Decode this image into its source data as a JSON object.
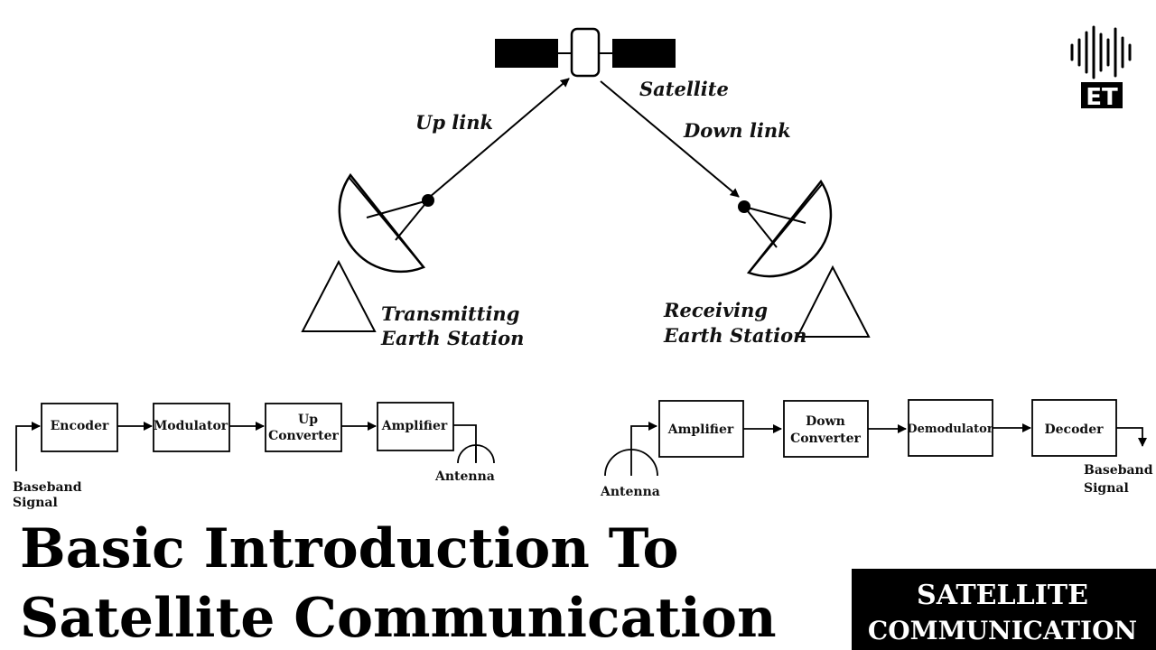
{
  "diagram": {
    "satellite_label": "Satellite",
    "uplink_label": "Up link",
    "downlink_label": "Down link",
    "tx_station_label_1": "Transmitting",
    "tx_station_label_2": "Earth Station",
    "rx_station_label_1": "Receiving",
    "rx_station_label_2": "Earth Station"
  },
  "tx_chain": {
    "blocks": [
      "Encoder",
      "Modulator",
      "Up",
      "Converter",
      "Amplifier"
    ],
    "input_label_1": "Baseband",
    "input_label_2": "Signal",
    "antenna_label": "Antenna"
  },
  "rx_chain": {
    "blocks": [
      "Amplifier",
      "Down",
      "Converter",
      "Demodulator",
      "Decoder"
    ],
    "output_label_1": "Baseband",
    "output_label_2": "Signal",
    "antenna_label": "Antenna"
  },
  "title": {
    "line1": "Basic Introduction To",
    "line2": "Satellite Communication"
  },
  "badge": {
    "line1": "SATELLITE",
    "line2": "COMMUNICATION"
  },
  "logo": {
    "text": "ET"
  }
}
